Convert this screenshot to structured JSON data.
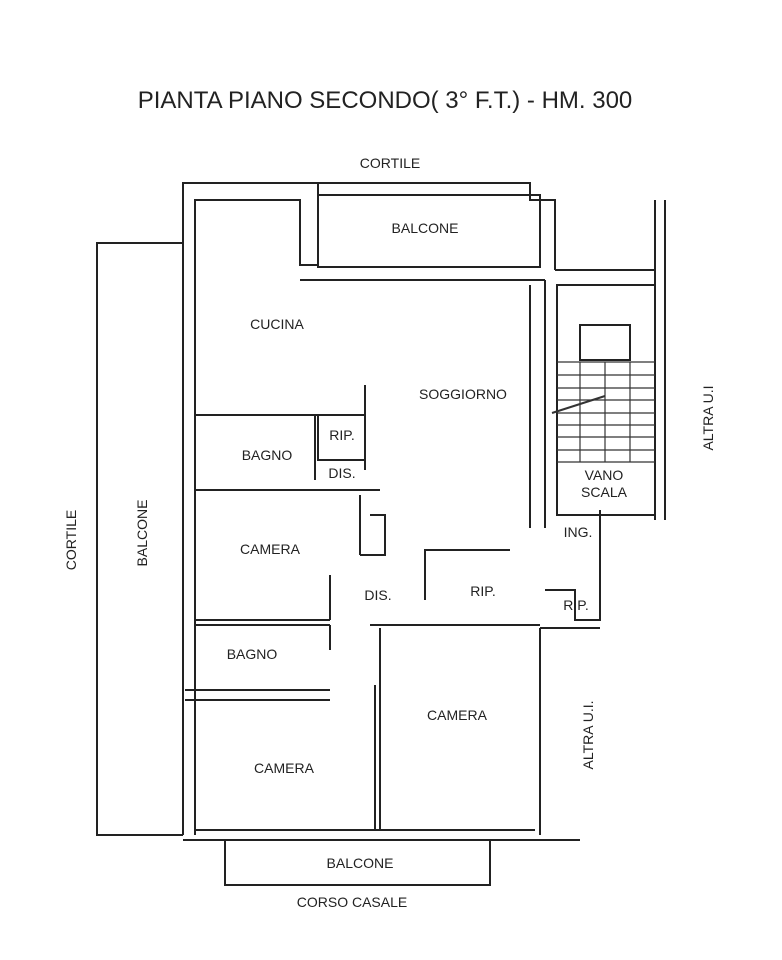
{
  "title": "PIANTA PIANO SECONDO( 3° F.T.) - HM. 300",
  "labels": {
    "cortile_top": "CORTILE",
    "balcone_top": "BALCONE",
    "cucina": "CUCINA",
    "soggiorno": "SOGGIORNO",
    "bagno1": "BAGNO",
    "rip1": "RIP.",
    "dis1": "DIS.",
    "camera1": "CAMERA",
    "dis2": "DIS.",
    "rip2": "RIP.",
    "rip3": "RIP.",
    "bagno2": "BAGNO",
    "camera2": "CAMERA",
    "camera3": "CAMERA",
    "balcone_bottom": "BALCONE",
    "corso_casale": "CORSO CASALE",
    "cortile_left": "CORTILE",
    "balcone_left": "BALCONE",
    "altra_ui_top": "ALTRA U.I",
    "altra_ui_bottom": "ALTRA U.I.",
    "vano": "VANO",
    "scala": "SCALA",
    "ing": "ING."
  }
}
